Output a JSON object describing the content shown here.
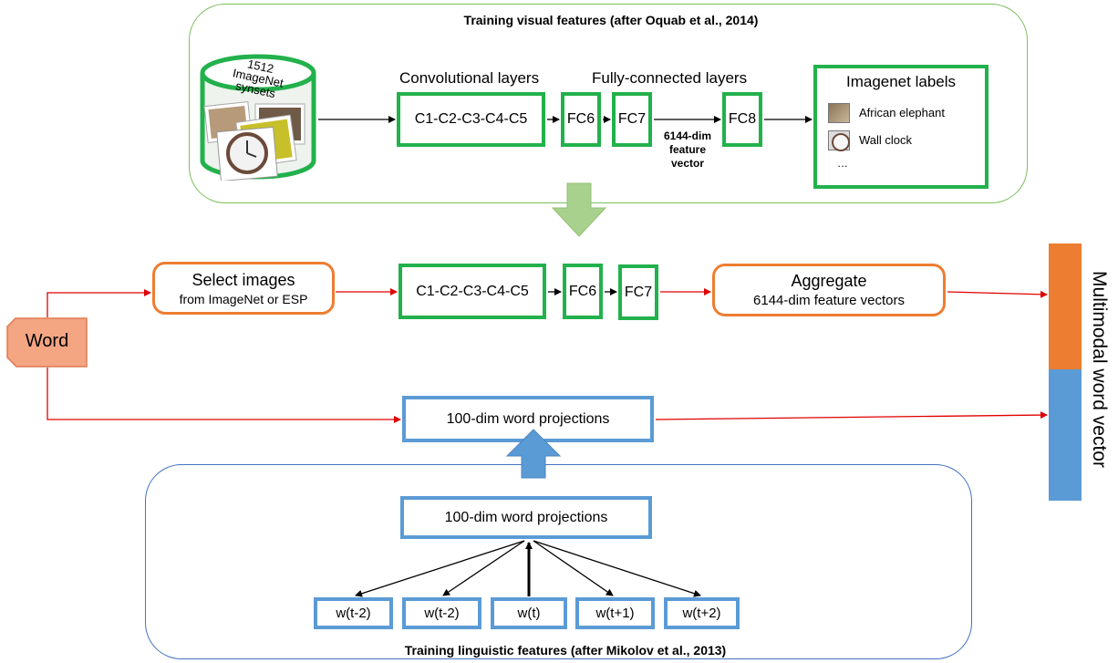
{
  "visual_panel": {
    "title": "Training visual features (after Oquab et al., 2014)",
    "database_text": "1512 ImageNet synsets",
    "conv_label": "Convolutional layers",
    "fc_label": "Fully-connected layers",
    "conv_box": "C1-C2-C3-C4-C5",
    "fc6": "FC6",
    "fc7": "FC7",
    "fc8": "FC8",
    "feature_note": "6144-dim feature vector",
    "labels_title": "Imagenet labels",
    "labels": [
      "African elephant",
      "Wall clock",
      "…"
    ]
  },
  "pipeline": {
    "word": "Word",
    "select_title": "Select images",
    "select_sub": "from ImageNet or ESP",
    "conv_box": "C1-C2-C3-C4-C5",
    "fc6": "FC6",
    "fc7": "FC7",
    "aggregate_title": "Aggregate",
    "aggregate_sub": "6144-dim feature vectors",
    "projection": "100-dim word projections",
    "output_label": "Multimodal word vector"
  },
  "linguistic_panel": {
    "title": "Training linguistic features (after Mikolov et al., 2013)",
    "projection": "100-dim word projections",
    "words": [
      "w(t-2)",
      "w(t-2)",
      "w(t)",
      "w(t+1)",
      "w(t+2)"
    ]
  },
  "colors": {
    "green": "#22b14c",
    "blue": "#5b9bd5",
    "orange": "#ed7d31",
    "red_arrow": "#e00000",
    "word_fill": "#f4a582"
  }
}
